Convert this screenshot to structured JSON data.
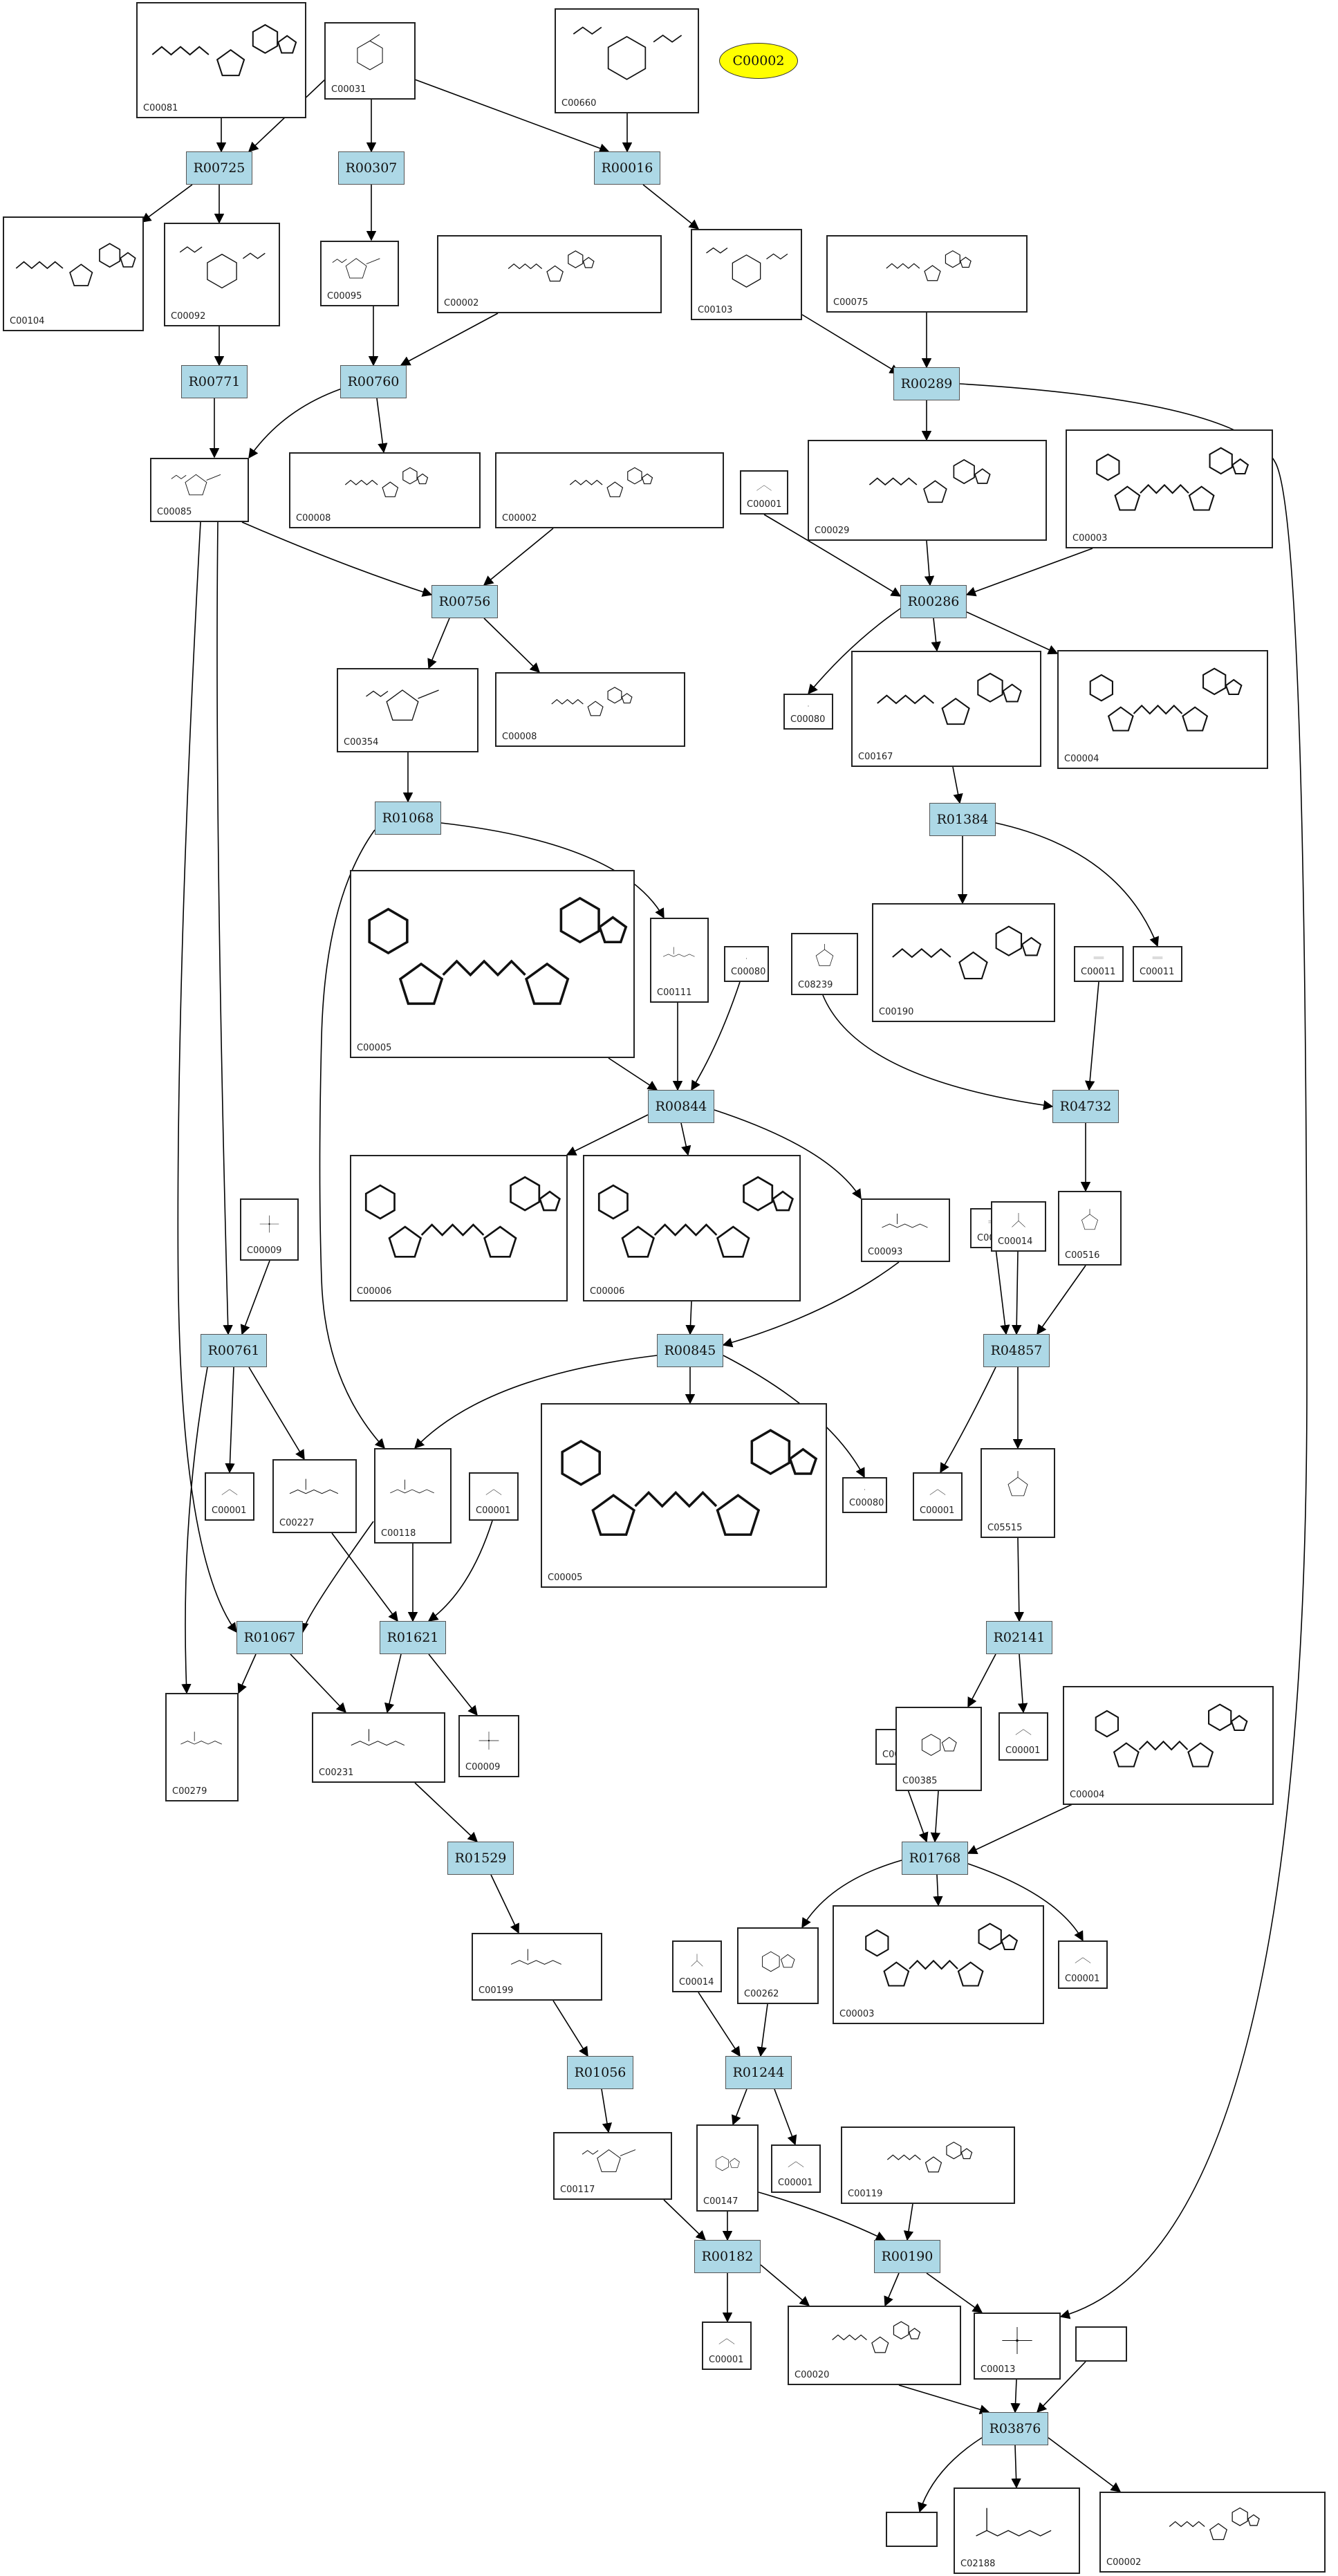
{
  "legend": {
    "label": "C00002",
    "color": "#ffff00"
  },
  "reaction_color": "#add8e6",
  "reactions": [
    {
      "id": "R00725",
      "label": "R00725"
    },
    {
      "id": "R00307",
      "label": "R00307"
    },
    {
      "id": "R00016",
      "label": "R00016"
    },
    {
      "id": "R00771",
      "label": "R00771"
    },
    {
      "id": "R00760",
      "label": "R00760"
    },
    {
      "id": "R00289",
      "label": "R00289"
    },
    {
      "id": "R00756",
      "label": "R00756"
    },
    {
      "id": "R00286",
      "label": "R00286"
    },
    {
      "id": "R01068",
      "label": "R01068"
    },
    {
      "id": "R01384",
      "label": "R01384"
    },
    {
      "id": "R04732",
      "label": "R04732"
    },
    {
      "id": "R00844",
      "label": "R00844"
    },
    {
      "id": "R00761",
      "label": "R00761"
    },
    {
      "id": "R00845",
      "label": "R00845"
    },
    {
      "id": "R04857",
      "label": "R04857"
    },
    {
      "id": "R01067",
      "label": "R01067"
    },
    {
      "id": "R01621",
      "label": "R01621"
    },
    {
      "id": "R02141",
      "label": "R02141"
    },
    {
      "id": "R01529",
      "label": "R01529"
    },
    {
      "id": "R01768",
      "label": "R01768"
    },
    {
      "id": "R01056",
      "label": "R01056"
    },
    {
      "id": "R01244",
      "label": "R01244"
    },
    {
      "id": "R00182",
      "label": "R00182"
    },
    {
      "id": "R00190",
      "label": "R00190"
    },
    {
      "id": "R03876",
      "label": "R03876"
    }
  ],
  "compounds": [
    {
      "key": "n_c00081",
      "id": "C00081",
      "mol": "nucleotide"
    },
    {
      "key": "n_c00031",
      "id": "C00031",
      "mol": "sugar"
    },
    {
      "key": "n_c00660",
      "id": "C00660",
      "mol": "sugarP"
    },
    {
      "key": "n_c00104",
      "id": "C00104",
      "mol": "nucleotide"
    },
    {
      "key": "n_c00092",
      "id": "C00092",
      "mol": "sugarP"
    },
    {
      "key": "n_c00095",
      "id": "C00095",
      "mol": "furanose"
    },
    {
      "key": "n_c00002a",
      "id": "C00002",
      "mol": "nucleotide"
    },
    {
      "key": "n_c00103",
      "id": "C00103",
      "mol": "sugarP"
    },
    {
      "key": "n_c00075",
      "id": "C00075",
      "mol": "nucleotide"
    },
    {
      "key": "n_c00085",
      "id": "C00085",
      "mol": "furanose"
    },
    {
      "key": "n_c00008a",
      "id": "C00008",
      "mol": "nucleotide"
    },
    {
      "key": "n_c00002b",
      "id": "C00002",
      "mol": "nucleotide"
    },
    {
      "key": "n_c00001a",
      "id": "C00001",
      "mol": "water"
    },
    {
      "key": "n_c00029",
      "id": "C00029",
      "mol": "nucleotide"
    },
    {
      "key": "n_c00003a",
      "id": "C00003",
      "mol": "dinuc"
    },
    {
      "key": "n_c00354",
      "id": "C00354",
      "mol": "furanose"
    },
    {
      "key": "n_c00008b",
      "id": "C00008",
      "mol": "nucleotide"
    },
    {
      "key": "n_c00080a",
      "id": "C00080",
      "mol": "proton"
    },
    {
      "key": "n_c00167",
      "id": "C00167",
      "mol": "nucleotide"
    },
    {
      "key": "n_c00004a",
      "id": "C00004",
      "mol": "dinuc"
    },
    {
      "key": "n_c00005a",
      "id": "C00005",
      "mol": "dinuc"
    },
    {
      "key": "n_c00111",
      "id": "C00111",
      "mol": "small"
    },
    {
      "key": "n_c00080b",
      "id": "C00080",
      "mol": "proton"
    },
    {
      "key": "n_c08239",
      "id": "C08239",
      "mol": "ring5"
    },
    {
      "key": "n_c00190",
      "id": "C00190",
      "mol": "nucleotide"
    },
    {
      "key": "n_c00011a",
      "id": "C00011",
      "mol": "co2"
    },
    {
      "key": "n_c00011b",
      "id": "C00011",
      "mol": "co2"
    },
    {
      "key": "n_c00006a",
      "id": "C00006",
      "mol": "dinuc"
    },
    {
      "key": "n_c00006b",
      "id": "C00006",
      "mol": "dinuc"
    },
    {
      "key": "n_c00093",
      "id": "C00093",
      "mol": "small"
    },
    {
      "key": "n_c00011c",
      "id": "C00011",
      "mol": "co2"
    },
    {
      "key": "n_c00014a",
      "id": "C00014",
      "mol": "ammonia"
    },
    {
      "key": "n_c00516",
      "id": "C00516",
      "mol": "ring5"
    },
    {
      "key": "n_c00009a",
      "id": "C00009",
      "mol": "phosphate"
    },
    {
      "key": "n_c00001b",
      "id": "C00001",
      "mol": "water"
    },
    {
      "key": "n_c00227",
      "id": "C00227",
      "mol": "small"
    },
    {
      "key": "n_c00118",
      "id": "C00118",
      "mol": "small"
    },
    {
      "key": "n_c00001c",
      "id": "C00001",
      "mol": "water"
    },
    {
      "key": "n_c00005b",
      "id": "C00005",
      "mol": "dinuc"
    },
    {
      "key": "n_c00080c",
      "id": "C00080",
      "mol": "proton"
    },
    {
      "key": "n_c00001d",
      "id": "C00001",
      "mol": "water"
    },
    {
      "key": "n_c05515",
      "id": "C05515",
      "mol": "ring5"
    },
    {
      "key": "n_c00279",
      "id": "C00279",
      "mol": "small"
    },
    {
      "key": "n_c00231",
      "id": "C00231",
      "mol": "small"
    },
    {
      "key": "n_c00009b",
      "id": "C00009",
      "mol": "phosphate"
    },
    {
      "key": "n_c00080d",
      "id": "C00080",
      "mol": "proton"
    },
    {
      "key": "n_c00385",
      "id": "C00385",
      "mol": "purine"
    },
    {
      "key": "n_c00001e",
      "id": "C00001",
      "mol": "water"
    },
    {
      "key": "n_c00004b",
      "id": "C00004",
      "mol": "dinuc"
    },
    {
      "key": "n_c00199",
      "id": "C00199",
      "mol": "small"
    },
    {
      "key": "n_c00014b",
      "id": "C00014",
      "mol": "ammonia"
    },
    {
      "key": "n_c00262",
      "id": "C00262",
      "mol": "purine"
    },
    {
      "key": "n_c00003b",
      "id": "C00003",
      "mol": "dinuc"
    },
    {
      "key": "n_c00001f",
      "id": "C00001",
      "mol": "water"
    },
    {
      "key": "n_c00117",
      "id": "C00117",
      "mol": "furanose"
    },
    {
      "key": "n_c00147",
      "id": "C00147",
      "mol": "purine"
    },
    {
      "key": "n_c00001g",
      "id": "C00001",
      "mol": "water"
    },
    {
      "key": "n_c00119",
      "id": "C00119",
      "mol": "nucleotide"
    },
    {
      "key": "n_c00001h",
      "id": "C00001",
      "mol": "water"
    },
    {
      "key": "n_c00020",
      "id": "C00020",
      "mol": "nucleotide"
    },
    {
      "key": "n_c00013",
      "id": "C00013",
      "mol": "phosphate"
    },
    {
      "key": "n_blank1",
      "id": "",
      "mol": "none"
    },
    {
      "key": "n_blank2",
      "id": "",
      "mol": "none"
    },
    {
      "key": "n_c02188",
      "id": "C02188",
      "mol": "aminoacid"
    },
    {
      "key": "n_c00002c",
      "id": "C00002",
      "mol": "nucleotide"
    }
  ]
}
